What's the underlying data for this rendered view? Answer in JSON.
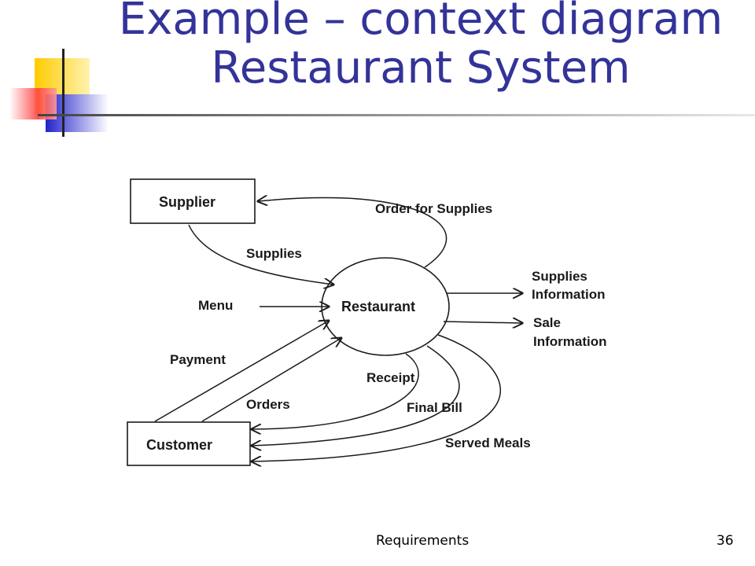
{
  "slide": {
    "title_line1": "Example – context diagram",
    "title_line2": "Restaurant System",
    "footer_label": "Requirements",
    "page_number": "36"
  },
  "colors": {
    "title": "#333399",
    "deco_yellow": "#ffcc00",
    "deco_blue": "#3333cc",
    "deco_red": "#ff3333"
  },
  "diagram": {
    "entities": {
      "supplier": "Supplier",
      "customer": "Customer"
    },
    "process": "Restaurant",
    "flows": {
      "order_for_supplies": "Order for Supplies",
      "supplies": "Supplies",
      "menu": "Menu",
      "payment": "Payment",
      "orders": "Orders",
      "receipt": "Receipt",
      "final_bill": "Final Bill",
      "served_meals": "Served Meals",
      "supplies_information_1": "Supplies",
      "supplies_information_2": "Information",
      "sale_information_1": "Sale",
      "sale_information_2": "Information"
    }
  }
}
